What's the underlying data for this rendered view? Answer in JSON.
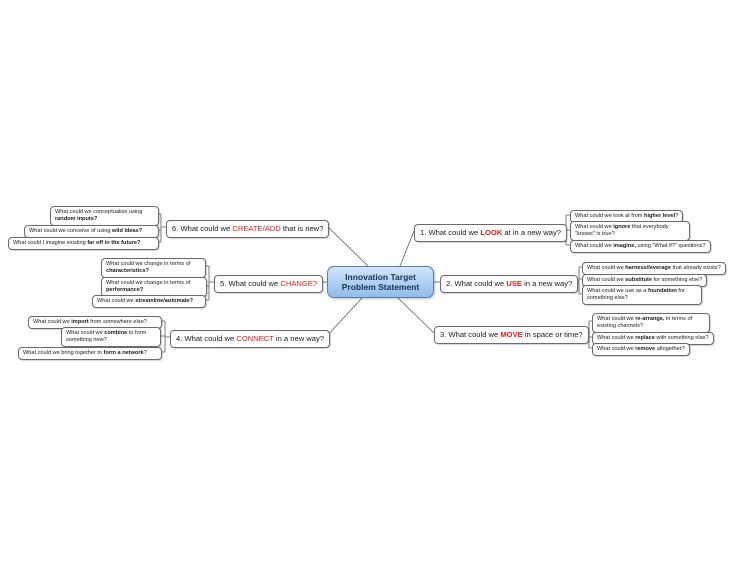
{
  "center": {
    "line1": "Innovation Target",
    "line2": "Problem Statement"
  },
  "branches": {
    "b1": {
      "pre": "1. What could we ",
      "hl": "LOOK",
      "post": " at in a new way?"
    },
    "b2": {
      "pre": "2. What could we ",
      "hl": "USE",
      "post": " in a new way?"
    },
    "b3": {
      "pre": "3. What could we ",
      "hl": "MOVE",
      "post": " in space or time?"
    },
    "b4": {
      "pre": "4. What could we ",
      "hl": "CONNECT",
      "post": " in a new way?"
    },
    "b5": {
      "pre": "5. What could we ",
      "hl": "CHANGE?",
      "post": ""
    },
    "b6": {
      "pre": "6. What could we ",
      "hl": "CREATE/ADD",
      "post": " that is new?"
    }
  },
  "leaves": {
    "l1a": {
      "pre": "What could we look at from ",
      "bold": "higher level",
      "post": "?"
    },
    "l1b": {
      "pre": "What could we ",
      "bold": "ignore",
      "post": " that everybody \"knows\" is true?"
    },
    "l1c": {
      "pre": "What could we ",
      "bold": "imagine,",
      "post": " using \"What if?\" questions?"
    },
    "l2a": {
      "pre": "What could we ",
      "bold": "harness/leverage",
      "post": " that already exists?"
    },
    "l2b": {
      "pre": "What could we ",
      "bold": "substitute",
      "post": " for something else?"
    },
    "l2c": {
      "pre": "What could we use as a ",
      "bold": "foundation",
      "post": " for something else?"
    },
    "l3a": {
      "pre": "What could we ",
      "bold": "re-arrange,",
      "post": " in terms of existing channels?"
    },
    "l3b": {
      "pre": "What could we ",
      "bold": "replace",
      "post": " with something else?"
    },
    "l3c": {
      "pre": "What could we ",
      "bold": "remove",
      "post": " altogether?"
    },
    "l4a": {
      "pre": "What could we ",
      "bold": "import",
      "post": " from somewhere else?"
    },
    "l4b": {
      "pre": "What could we ",
      "bold": "combine",
      "post": " to form something new?"
    },
    "l4c": {
      "pre": "What could we bring together to ",
      "bold": "form a network",
      "post": "?"
    },
    "l5a": {
      "pre": "What could we change in terms of ",
      "bold": "characteristics?",
      "post": ""
    },
    "l5b": {
      "pre": "What could we change in terms of ",
      "bold": "performance?",
      "post": ""
    },
    "l5c": {
      "pre": "What could we ",
      "bold": "streamline/automate?",
      "post": ""
    },
    "l6a": {
      "pre": "What could we conceptualize using ",
      "bold": "random inputs?",
      "post": ""
    },
    "l6b": {
      "pre": "What could we conceive of using ",
      "bold": "wild ideas?",
      "post": ""
    },
    "l6c": {
      "pre": "What could I imagine existing ",
      "bold": "far off in the future?",
      "post": ""
    }
  },
  "colors": {
    "highlight": "#e0201a",
    "line": "#5c5c5c",
    "central_top": "#d2e6fb",
    "central_bottom": "#8fbde9"
  }
}
